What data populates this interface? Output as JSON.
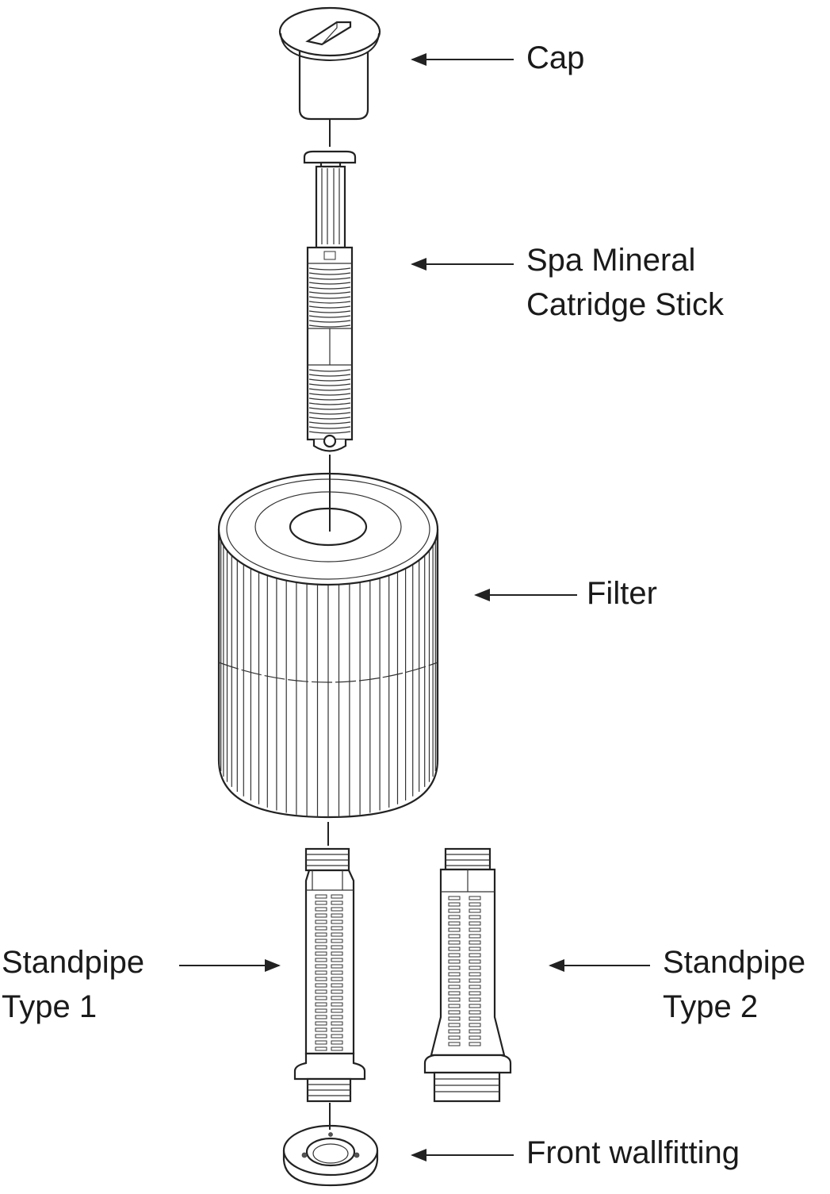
{
  "labels": {
    "cap": "Cap",
    "mineral_line1": "Spa Mineral",
    "mineral_line2": "Catridge Stick",
    "filter": "Filter",
    "standpipe1_line1": "Standpipe",
    "standpipe1_line2": "Type 1",
    "standpipe2_line1": "Standpipe",
    "standpipe2_line2": "Type 2",
    "wallfitting": "Front wallfitting"
  },
  "colors": {
    "line": "#222222",
    "background": "#ffffff"
  }
}
